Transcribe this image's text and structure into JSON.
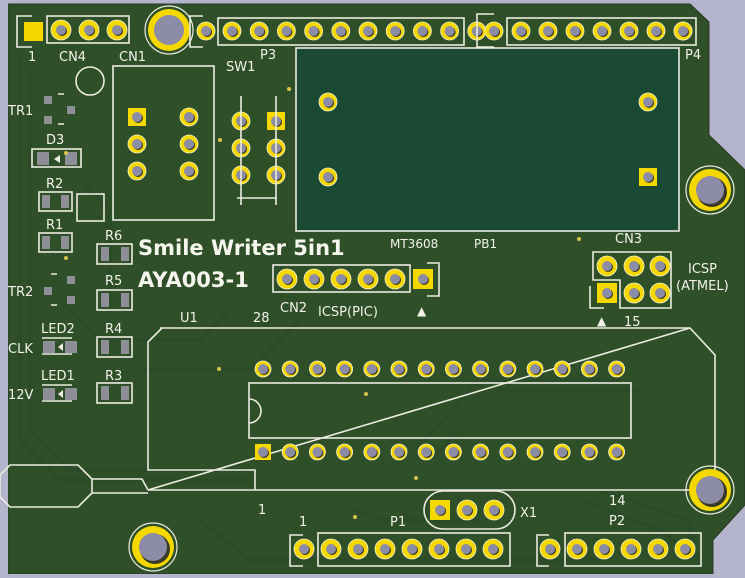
{
  "board": {
    "title_line1": "Smile Writer 5in1",
    "title_line2": "AYA003-1",
    "colors": {
      "background": "#b4b4cc",
      "board": "#2f4f29",
      "module": "#1a4a33",
      "copper_pad": "#f4d800",
      "drill": "#8d8ca6",
      "silkscreen": "#ecece0",
      "smd_pad": "#8e8e96"
    }
  },
  "labels": {
    "cn4_pin1": "1",
    "cn4": "CN4",
    "cn1": "CN1",
    "sw1": "SW1",
    "p3": "P3",
    "p4": "P4",
    "tr1": "TR1",
    "d3": "D3",
    "r2": "R2",
    "r1": "R1",
    "r6": "R6",
    "r5": "R5",
    "tr2": "TR2",
    "led2": "LED2",
    "r4": "R4",
    "clk": "CLK",
    "led1": "LED1",
    "r3": "R3",
    "v12": "12V",
    "mt3608": "MT3608",
    "pb1": "PB1",
    "cn3": "CN3",
    "icsp_atmel_1": "ICSP",
    "icsp_atmel_2": "(ATMEL)",
    "cn2": "CN2",
    "icsp_pic": "ICSP(PIC)",
    "u1": "U1",
    "pin28": "28",
    "pin15": "15",
    "pin1_u1": "1",
    "pin1_p1": "1",
    "p1": "P1",
    "x1": "X1",
    "pin14": "14",
    "p2": "P2",
    "triangle_cn2": "▲",
    "triangle_cn3": "▲"
  },
  "connectors": {
    "cn4_pins": 1,
    "cn1_pins": 3,
    "p3_pins": 10,
    "p4_pins": 8,
    "cn2_pins": 6,
    "cn3_pins": 6,
    "u1_pins": 28,
    "p1_pins": 8,
    "p2_pins": 6,
    "x1_pins": 3,
    "sw1_pins": 6,
    "jumper_pins": 6,
    "module_pins": 4
  }
}
